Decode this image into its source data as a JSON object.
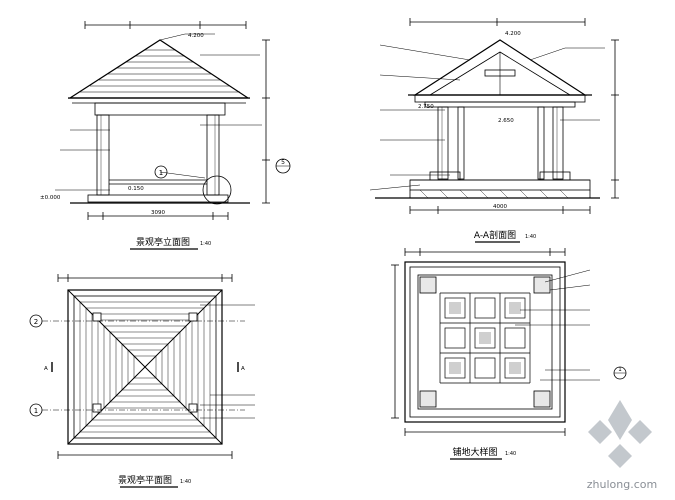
{
  "drawings": {
    "front_elevation": {
      "title": "景观亭立面图",
      "scale": "1:40",
      "levels": [
        "4.200",
        "0.150",
        "±0.000"
      ],
      "detail_marker": "1",
      "detail_ref": "5",
      "dims": [
        "3090"
      ]
    },
    "section_aa": {
      "title": "A-A剖面图",
      "scale": "1:40",
      "levels": [
        "4.200",
        "2.750",
        "2.650"
      ],
      "dims": [
        "4000"
      ]
    },
    "roof_plan": {
      "title": "景观亭平面图",
      "scale": "1:40",
      "axis_labels": [
        "2",
        "1"
      ],
      "section_marks": [
        "A",
        "A"
      ]
    },
    "paving_detail": {
      "title": "铺地大样图",
      "scale": "1:40",
      "detail_marker": "1"
    }
  },
  "watermark": {
    "text": "zhulong.com"
  }
}
